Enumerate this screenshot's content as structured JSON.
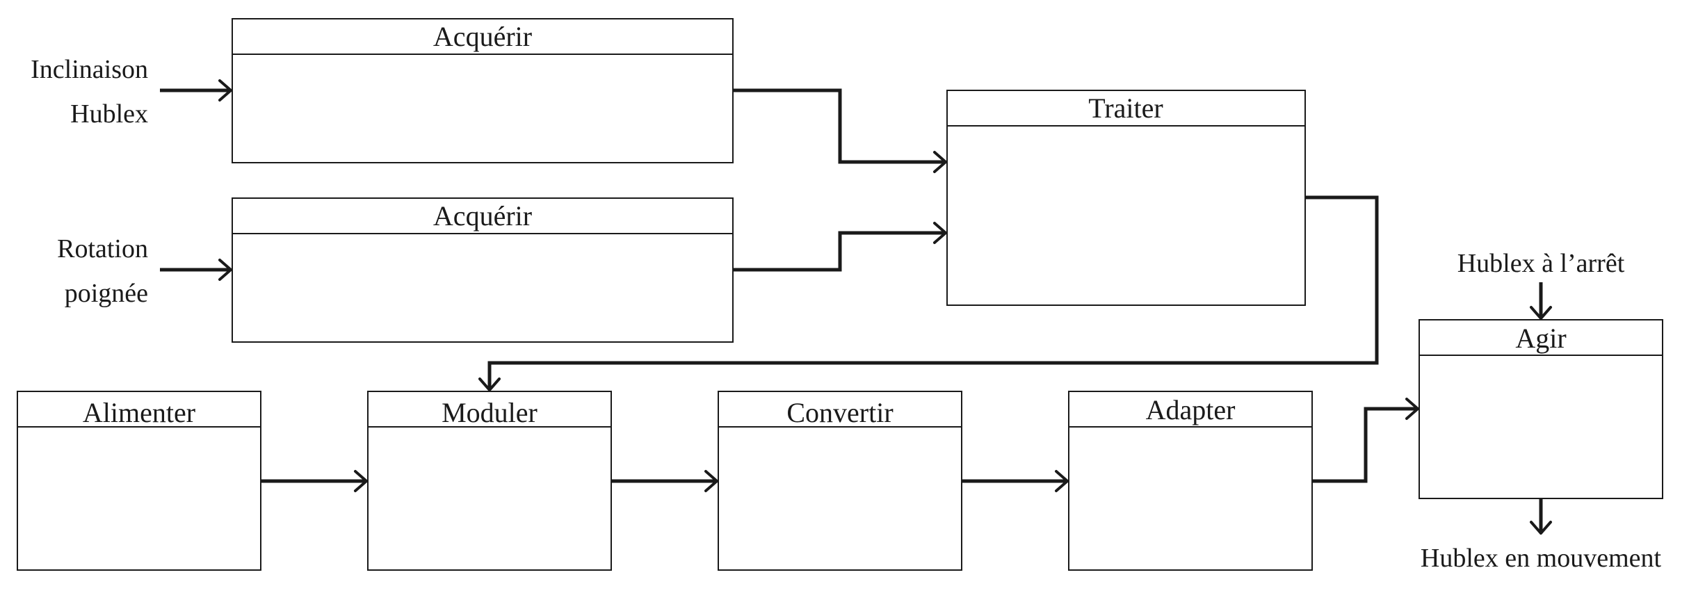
{
  "blocks": {
    "acquerir_1": "Acquérir",
    "acquerir_2": "Acquérir",
    "traiter": "Traiter",
    "alimenter": "Alimenter",
    "moduler": "Moduler",
    "convertir": "Convertir",
    "adapter": "Adapter",
    "agir": "Agir"
  },
  "inputs": {
    "inclinaison": [
      "Inclinaison",
      "Hublex"
    ],
    "rotation": [
      "Rotation",
      "poignée"
    ],
    "hublex_arret": "Hublex à l’arrêt"
  },
  "outputs": {
    "hublex_mouvement": "Hublex en mouvement"
  },
  "colors": {
    "ink": "#1a1a1a",
    "background": "#ffffff"
  }
}
